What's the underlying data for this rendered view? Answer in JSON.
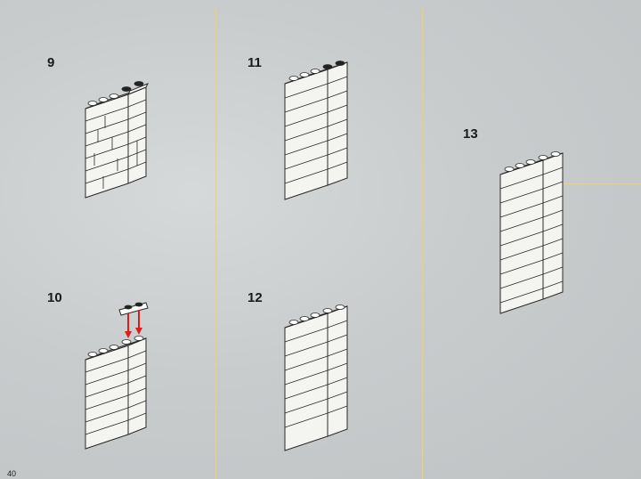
{
  "page_number": "40",
  "steps": [
    {
      "number": "9"
    },
    {
      "number": "10"
    },
    {
      "number": "11"
    },
    {
      "number": "12"
    },
    {
      "number": "13"
    }
  ],
  "colors": {
    "brick": "#f4f5f1",
    "outline": "#2a2a2a",
    "stud_top": "#ffffff",
    "highlight_stud": "#222222",
    "arrow": "#e01b1b",
    "divider": "#e2cf9e"
  }
}
